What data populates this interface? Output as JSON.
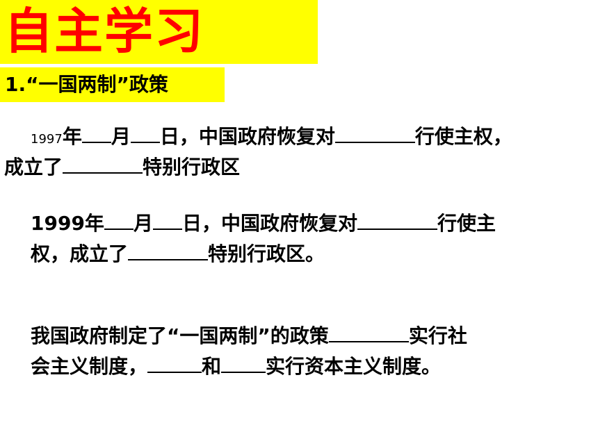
{
  "title": "自主学习",
  "subtitle": "1.“一国两制”政策",
  "para1": {
    "year": "1997",
    "t1": "年",
    "t2": "月",
    "t3": "日，中国政府恢复对",
    "t4": "行使主权，",
    "t5": "成立了",
    "t6": "特别行政区"
  },
  "para2": {
    "t1": "1999年",
    "t2": "月",
    "t3": "日，中国政府恢复对",
    "t4": "行使主",
    "t5": "权，成立了",
    "t6": "特别行政区。"
  },
  "para3": {
    "t1": "我国政府制定了“一国两制”的政策",
    "t2": "实行社",
    "t3": "会主义制度，",
    "t4": "和",
    "t5": "实行资本主义制度。"
  },
  "colors": {
    "highlight": "#ffff00",
    "title_text": "#ff0000",
    "body_text": "#000000"
  }
}
